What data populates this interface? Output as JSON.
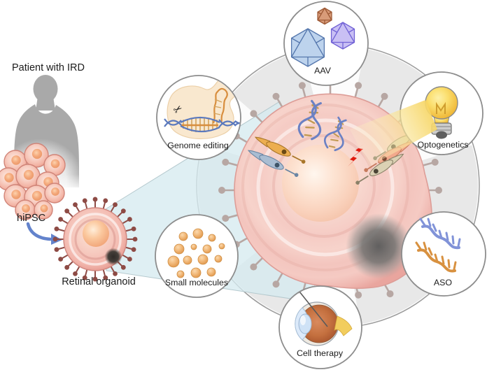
{
  "figure": {
    "patient_label": "Patient with IRD",
    "hipsc_label": "hiPSC",
    "organoid_label": "Retinal organoid"
  },
  "therapies": {
    "aav": {
      "label": "AAV"
    },
    "genome_editing": {
      "label": "Genome editing"
    },
    "optogenetics": {
      "label": "Optogenetics"
    },
    "aso": {
      "label": "ASO"
    },
    "cell_therapy": {
      "label": "Cell therapy"
    },
    "small_molecules": {
      "label": "Small molecules"
    }
  },
  "icons": {
    "aav": "virus-capsid-icon",
    "genome_editing": "crispr-scissors-icon",
    "optogenetics": "light-bulb-icon",
    "aso": "oligonucleotide-strands-icon",
    "cell_therapy": "eye-syringe-icon",
    "small_molecules": "molecule-dots-icon"
  },
  "colors": {
    "organoid_pink": "#f5cbc4",
    "nucleus_peach": "#f9d0ba",
    "cilia_gray": "#b7a7a3",
    "cilia_maroon": "#8e4b45",
    "wedge_gray": "#e8e8e8",
    "cone_blue": "#d6eaef",
    "beam_yellow": "#f7d769",
    "arrow_blue": "#6383cc",
    "silhouette_gray": "#a9a9a9"
  }
}
